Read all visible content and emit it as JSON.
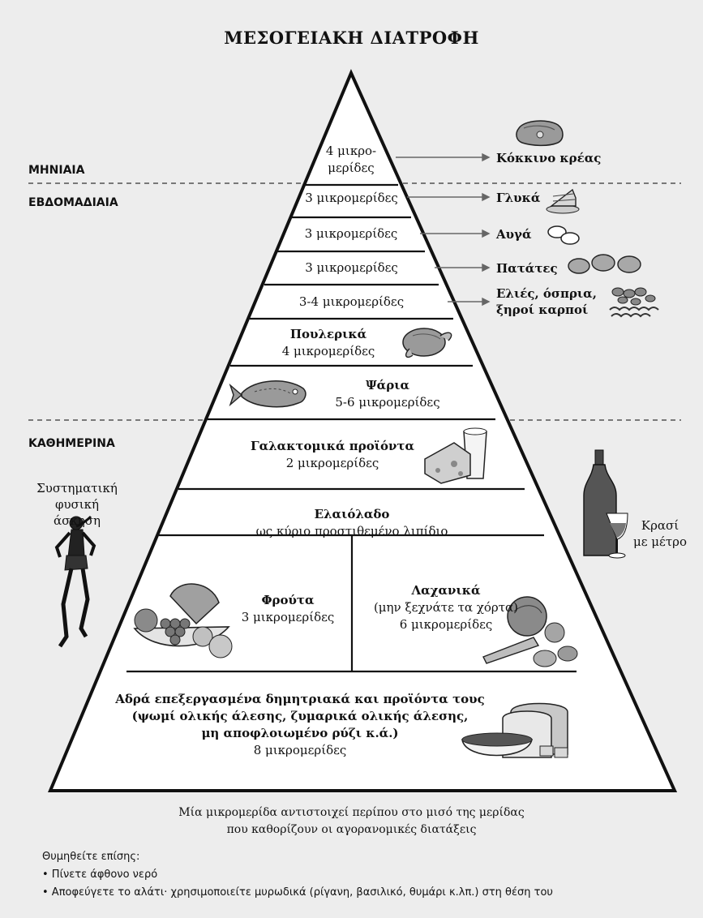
{
  "title": "ΜΕΣΟΓΕΙΑΚΗ ΔΙΑΤΡΟΦΗ",
  "periods": {
    "monthly": "ΜΗΝΙΑΙΑ",
    "weekly": "ΕΒΔΟΜΑΔΙΑΙΑ",
    "daily": "ΚΑΘΗΜΕΡΙΝΑ"
  },
  "levels": {
    "red_meat": {
      "line1": "4 μικρο-",
      "line2": "μερίδες",
      "side": "Κόκκινο κρέας"
    },
    "sweets": {
      "portions": "3 μικρομερίδες",
      "side": "Γλυκά"
    },
    "eggs": {
      "portions": "3 μικρομερίδες",
      "side": "Αυγά"
    },
    "potatoes": {
      "portions": "3 μικρομερίδες",
      "side": "Πατάτες"
    },
    "olives": {
      "portions": "3-4 μικρομερίδες",
      "side_line1": "Ελιές, όσπρια,",
      "side_line2": "ξηροί καρποί"
    },
    "poultry": {
      "name": "Πουλερικά",
      "portions": "4 μικρομερίδες"
    },
    "fish": {
      "name": "Ψάρια",
      "portions": "5-6 μικρομερίδες"
    },
    "dairy": {
      "name": "Γαλακτομικά προϊόντα",
      "portions": "2 μικρομερίδες"
    },
    "olive_oil": {
      "name": "Ελαιόλαδο",
      "note": "ως κύριο προστιθεμένο λιπίδιο"
    },
    "fruits": {
      "name": "Φρούτα",
      "portions": "3 μικρομερίδες"
    },
    "vegetables": {
      "name": "Λαχανικά",
      "note": "(μην ξεχνάτε τα χόρτα)",
      "portions": "6 μικρομερίδες"
    },
    "grains": {
      "line1": "Αδρά επεξεργασμένα δημητριακά και προϊόντα τους",
      "line2": "(ψωμί ολικής άλεσης, ζυμαρικά ολικής άλεσης,",
      "line3": "μη αποφλοιωμένο ρύζι κ.ά.)",
      "portions": "8 μικρομερίδες"
    }
  },
  "exercise": {
    "line1": "Συστηματική",
    "line2": "φυσική άσκηση"
  },
  "wine": {
    "line1": "Κρασί",
    "line2": "με μέτρο"
  },
  "footnote": {
    "line1": "Μία μικρομερίδα αντιστοιχεί περίπου στο μισό της μερίδας",
    "line2": "που καθορίζουν οι αγορανομικές διατάξεις"
  },
  "remember": {
    "heading": "Θυμηθείτε επίσης:",
    "items": [
      "• Πίνετε άφθονο νερό",
      "• Αποφεύγετε το αλάτι· χρησιμοποιείτε μυρωδικά (ρίγανη, βασιλικό, θυμάρι κ.λπ.) στη θέση του"
    ]
  },
  "colors": {
    "background": "#ededed",
    "pyramid_fill": "#ffffff",
    "outline": "#111111",
    "arrow": "#666666"
  }
}
